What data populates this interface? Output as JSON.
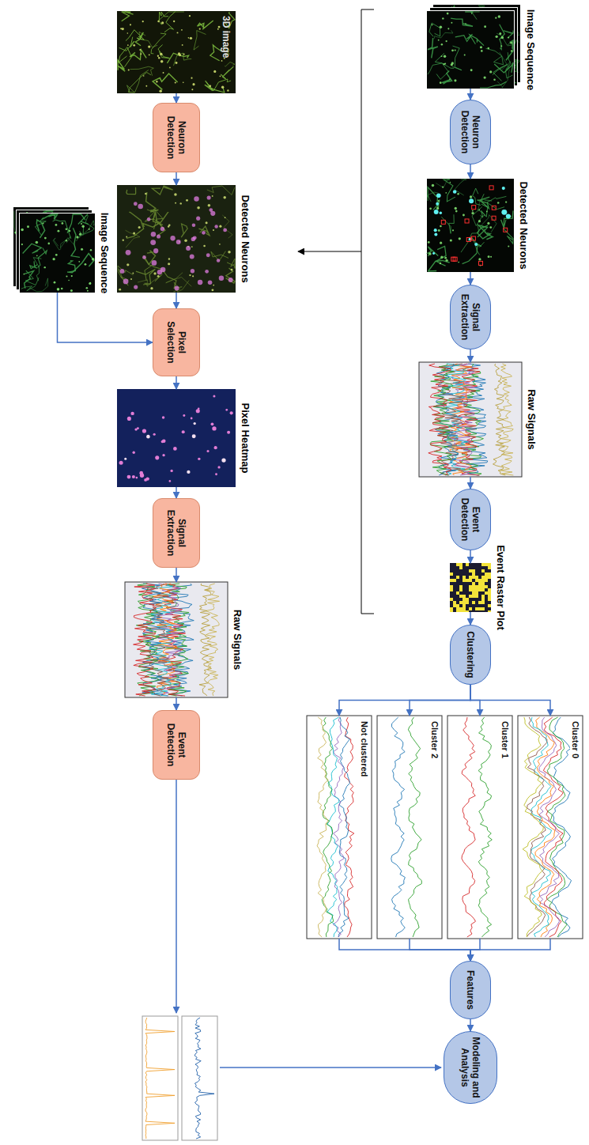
{
  "diagram": {
    "nodes": [
      {
        "text": [
          "Image Sequence"
        ]
      },
      {
        "text": [
          "Neuron Detection"
        ]
      },
      {
        "text": [
          "Detected Neurons"
        ]
      },
      {
        "text": [
          "Signal Extraction"
        ]
      },
      {
        "text": [
          "Raw Signals"
        ]
      },
      {
        "text": [
          "Event Detection"
        ]
      },
      {
        "text": [
          "Event Raster Plot"
        ]
      },
      {
        "text": [
          "Clustering"
        ]
      },
      {
        "text": [
          "Cluster 0"
        ]
      },
      {
        "text": [
          "Cluster 1"
        ]
      },
      {
        "text": [
          "Cluster 2"
        ]
      },
      {
        "text": [
          "Not clustered"
        ]
      },
      {
        "text": [
          "Features"
        ]
      },
      {
        "text": [
          "Modeling and Analysis"
        ]
      },
      {
        "text": [
          "3D image"
        ]
      },
      {
        "text": [
          "Neuron Detection"
        ]
      },
      {
        "text": [
          "Detected Neurons"
        ]
      },
      {
        "text": [
          "Image Sequence"
        ]
      },
      {
        "text": [
          "Pixel Selection"
        ]
      },
      {
        "text": [
          "Pixel Heatmap"
        ]
      },
      {
        "text": [
          "Signal Extraction"
        ]
      },
      {
        "text": [
          "Raw Signals"
        ]
      },
      {
        "text": [
          "Event Detection"
        ]
      }
    ],
    "edges": [
      {
        "from": 0,
        "to": 1,
        "arrow": "to"
      },
      {
        "from": 1,
        "to": 2,
        "arrow": "to"
      },
      {
        "from": 2,
        "to": 3,
        "arrow": "to"
      },
      {
        "from": 3,
        "to": 4,
        "arrow": "to"
      },
      {
        "from": 4,
        "to": 5,
        "arrow": "to"
      },
      {
        "from": 5,
        "to": 6,
        "arrow": "to"
      },
      {
        "from": 6,
        "to": 7,
        "arrow": "to"
      },
      {
        "from": 7,
        "to": 8,
        "arrow": "to"
      },
      {
        "from": 7,
        "to": 9,
        "arrow": "to"
      },
      {
        "from": 7,
        "to": 10,
        "arrow": "to"
      },
      {
        "from": 7,
        "to": 11,
        "arrow": "to"
      },
      {
        "from": 8,
        "to": 12,
        "arrow": "to"
      },
      {
        "from": 9,
        "to": 12,
        "arrow": "to"
      },
      {
        "from": 10,
        "to": 12,
        "arrow": "to"
      },
      {
        "from": 11,
        "to": 12,
        "arrow": "to"
      },
      {
        "from": 12,
        "to": 13,
        "arrow": "to"
      },
      {
        "from": 14,
        "to": 15,
        "arrow": "to"
      },
      {
        "from": 15,
        "to": 16,
        "arrow": "to"
      },
      {
        "from": 16,
        "to": 18,
        "arrow": "to"
      },
      {
        "from": 17,
        "to": 18,
        "arrow": "to"
      },
      {
        "from": 18,
        "to": 19,
        "arrow": "to"
      },
      {
        "from": 19,
        "to": 20,
        "arrow": "to"
      },
      {
        "from": 20,
        "to": 21,
        "arrow": "to"
      },
      {
        "from": 21,
        "to": 22,
        "arrow": "to"
      }
    ]
  }
}
